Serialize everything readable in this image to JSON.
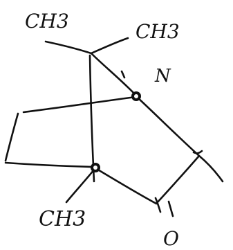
{
  "diagram": {
    "labels": {
      "top_left_substituent": "CH3",
      "top_right_substituent": "CH3",
      "bridge_atom": "N",
      "bottom_substituent": "CH3",
      "carbonyl_oxygen": "O"
    }
  }
}
